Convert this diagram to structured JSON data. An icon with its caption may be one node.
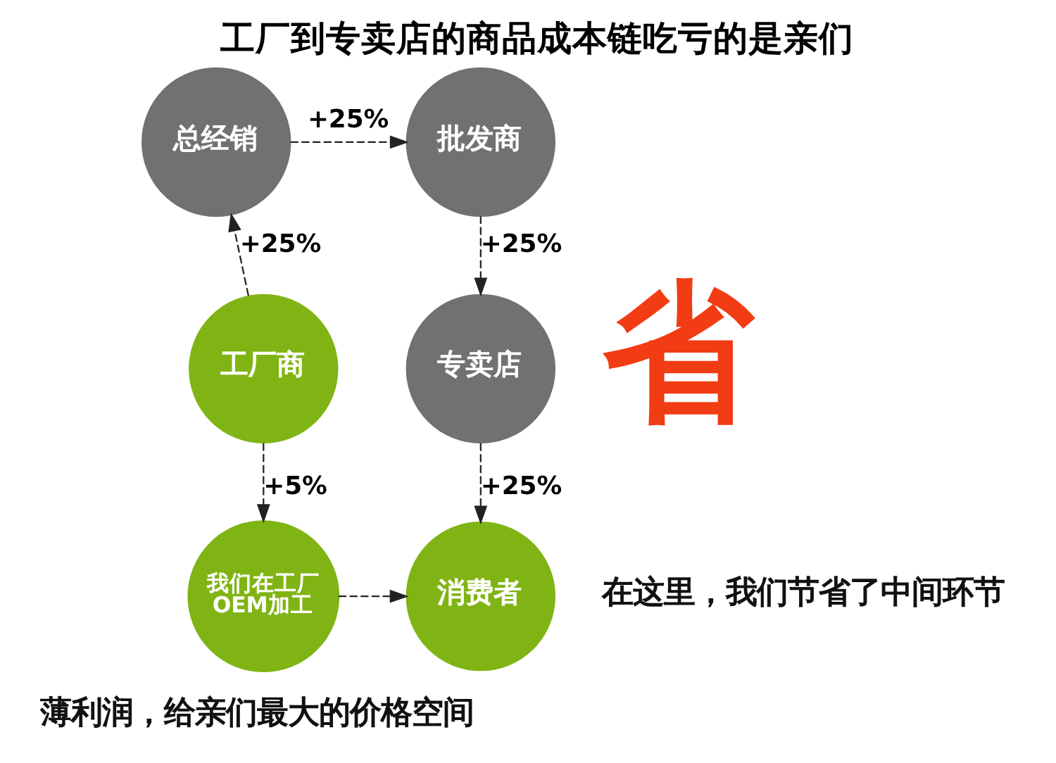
{
  "diagram": {
    "title": "工厂到专卖店的商品成本链吃亏的是亲们",
    "nodes": [
      {
        "text": [
          "工厂商"
        ]
      },
      {
        "text": [
          "总经销"
        ]
      },
      {
        "text": [
          "批发商"
        ]
      },
      {
        "text": [
          "专卖店"
        ]
      },
      {
        "text": [
          "我们在工厂 OEM加工"
        ]
      },
      {
        "text": [
          "消费者"
        ]
      }
    ],
    "edges": [
      {
        "from": 0,
        "to": 1,
        "arrow": "to",
        "label": "+25%",
        "style": "dashed"
      },
      {
        "from": 1,
        "to": 2,
        "arrow": "to",
        "label": "+25%",
        "style": "dashed"
      },
      {
        "from": 2,
        "to": 3,
        "arrow": "to",
        "label": "+25%",
        "style": "dashed"
      },
      {
        "from": 3,
        "to": 5,
        "arrow": "to",
        "label": "+25%",
        "style": "dashed"
      },
      {
        "from": 0,
        "to": 4,
        "arrow": "to",
        "label": "+5%",
        "style": "dashed"
      },
      {
        "from": 4,
        "to": 5,
        "arrow": "to",
        "style": "dashed"
      }
    ],
    "labels": [
      "省",
      "在这里，我们节省了中间环节",
      "薄利润，给亲们最大的价格空间"
    ]
  }
}
